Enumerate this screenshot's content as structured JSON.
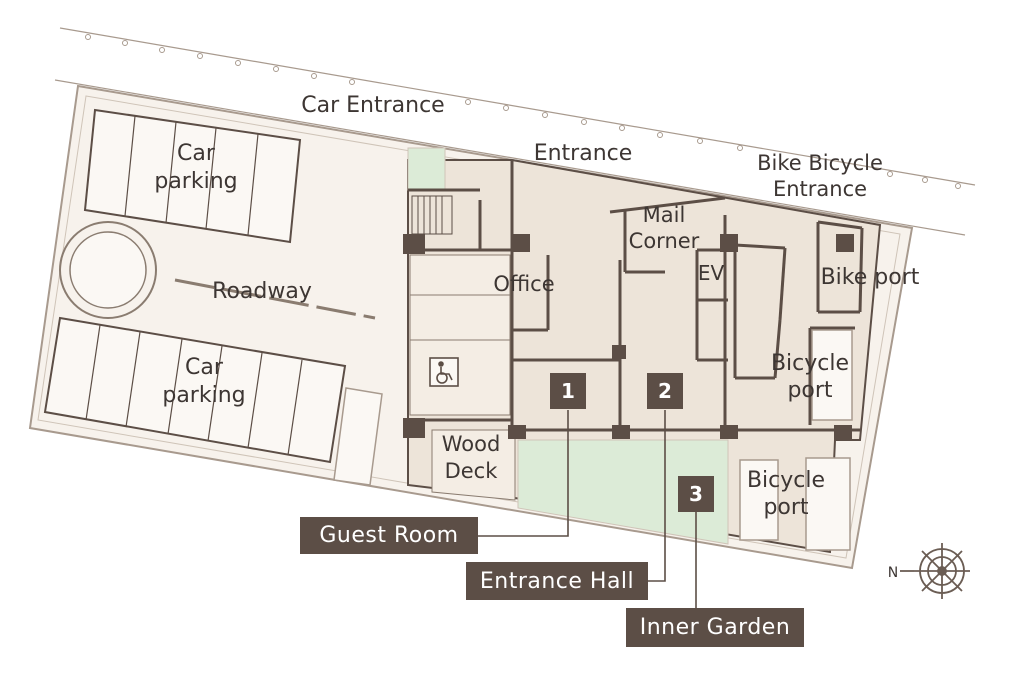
{
  "labels": {
    "car_entrance": "Car Entrance",
    "entrance": "Entrance",
    "bike_bicycle_entrance_1": "Bike Bicycle",
    "bike_bicycle_entrance_2": "Entrance",
    "car_parking_top_1": "Car",
    "car_parking_top_2": "parking",
    "roadway": "Roadway",
    "car_parking_bottom_1": "Car",
    "car_parking_bottom_2": "parking",
    "office": "Office",
    "mail_corner_1": "Mail",
    "mail_corner_2": "Corner",
    "ev": "EV",
    "bike_port": "Bike port",
    "bicycle_port_upper_1": "Bicycle",
    "bicycle_port_upper_2": "port",
    "bicycle_port_lower_1": "Bicycle",
    "bicycle_port_lower_2": "port",
    "wood_deck_1": "Wood",
    "wood_deck_2": "Deck",
    "compass_n": "N"
  },
  "markers": [
    {
      "number": "1",
      "caption": "Guest Room"
    },
    {
      "number": "2",
      "caption": "Entrance Hall"
    },
    {
      "number": "3",
      "caption": "Inner Garden"
    }
  ],
  "colors": {
    "floor": "#ede4d9",
    "wall": "#5c4e46",
    "ground": "#f7f2ec",
    "garden": "#dcebd7",
    "tag": "#5c4e46"
  }
}
